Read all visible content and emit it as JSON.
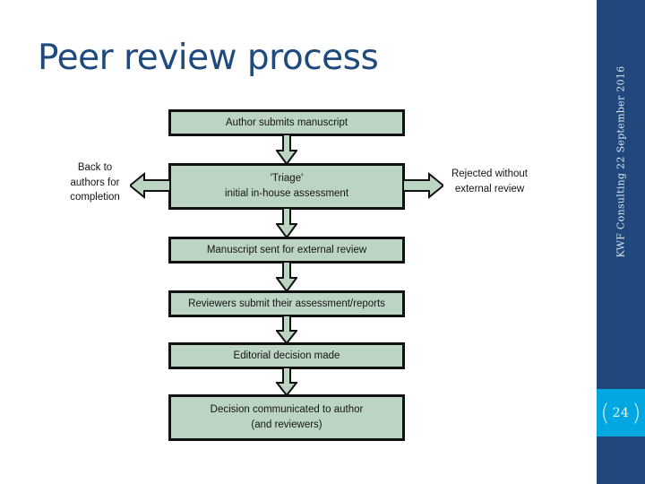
{
  "slide": {
    "title": "Peer review process",
    "title_color": "#1f4a7d",
    "background_color": "#ffffff"
  },
  "sidebar": {
    "background_color": "#20487c",
    "vertical_text": "KWF Consulting   22 September 2016",
    "organization": "KWF Consulting",
    "date": "22 September 2016",
    "page_badge": {
      "number": "24",
      "background_color": "#00a7e1",
      "bracket_left": "(",
      "bracket_right": ")"
    }
  },
  "flowchart": {
    "box_fill_color": "#bcd5c2",
    "box_border_color": "#111111",
    "steps": [
      {
        "id": "author-submits",
        "line1": "Author submits manuscript",
        "line2": ""
      },
      {
        "id": "triage",
        "line1": "'Triage'",
        "line2": "initial in-house assessment"
      },
      {
        "id": "external-review-sent",
        "line1": "Manuscript sent for external review",
        "line2": ""
      },
      {
        "id": "reviewers-submit",
        "line1": "Reviewers submit their assessment/reports",
        "line2": ""
      },
      {
        "id": "editorial-decision",
        "line1": "Editorial decision made",
        "line2": ""
      },
      {
        "id": "decision-communicated",
        "line1": "Decision communicated to author",
        "line2": "(and reviewers)"
      }
    ],
    "branches": {
      "left": {
        "id": "back-to-authors",
        "line1": "Back to",
        "line2": "authors for",
        "line3": "completion",
        "arrow_direction": "left"
      },
      "right": {
        "id": "rejected-without-review",
        "line1": "Rejected without",
        "line2": "external review",
        "line3": "",
        "arrow_direction": "right"
      }
    }
  }
}
